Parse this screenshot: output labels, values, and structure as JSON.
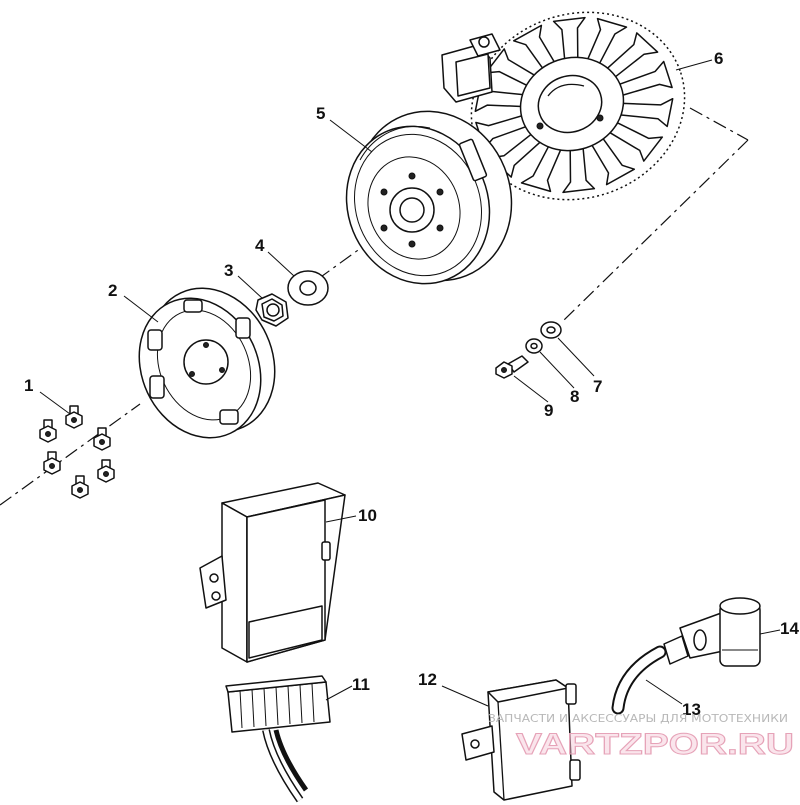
{
  "callouts": [
    "1",
    "2",
    "3",
    "4",
    "5",
    "6",
    "7",
    "8",
    "9",
    "10",
    "11",
    "12",
    "13",
    "14"
  ],
  "watermark": {
    "caption": "ЗАПЧАСТИ И АКСЕССУАРЫ ДЛЯ МОТОТЕХНИКИ",
    "logo": "VARTZPOR.RU"
  }
}
